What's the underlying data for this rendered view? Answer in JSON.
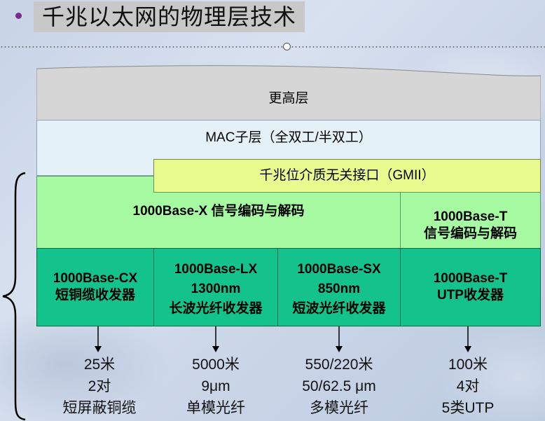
{
  "slide": {
    "title": "千兆以太网的物理层技术"
  },
  "layers": {
    "upper": "更高层",
    "mac": "MAC子层（全双工/半双工）",
    "gmii": "千兆位介质无关接口（GMII）",
    "coding_x": "1000Base-X 信号编码与解码",
    "coding_t": [
      "1000Base-T",
      "信号编码与解码"
    ]
  },
  "transceivers": [
    [
      "1000Base-CX",
      "短铜缆收发器"
    ],
    [
      "1000Base-LX",
      "1300nm",
      "长波光纤收发器"
    ],
    [
      "1000Base-SX",
      "850nm",
      "短波光纤收发器"
    ],
    [
      "1000Base-T",
      "UTP收发器"
    ]
  ],
  "media": [
    [
      "25米",
      "2对",
      "短屏蔽铜缆"
    ],
    [
      "5000米",
      "9μm",
      "单模光纤"
    ],
    [
      "550/220米",
      "50/62.5 μm",
      "多模光纤"
    ],
    [
      "100米",
      "4对",
      "5类UTP"
    ]
  ],
  "colors": {
    "upper": "#d6d6d6",
    "mac": "#e4f1f8",
    "gmii": "#e9fa8e",
    "coding": "#a6fba2",
    "transceiver": "#14c28c",
    "title_box": "#c8c8c8"
  }
}
